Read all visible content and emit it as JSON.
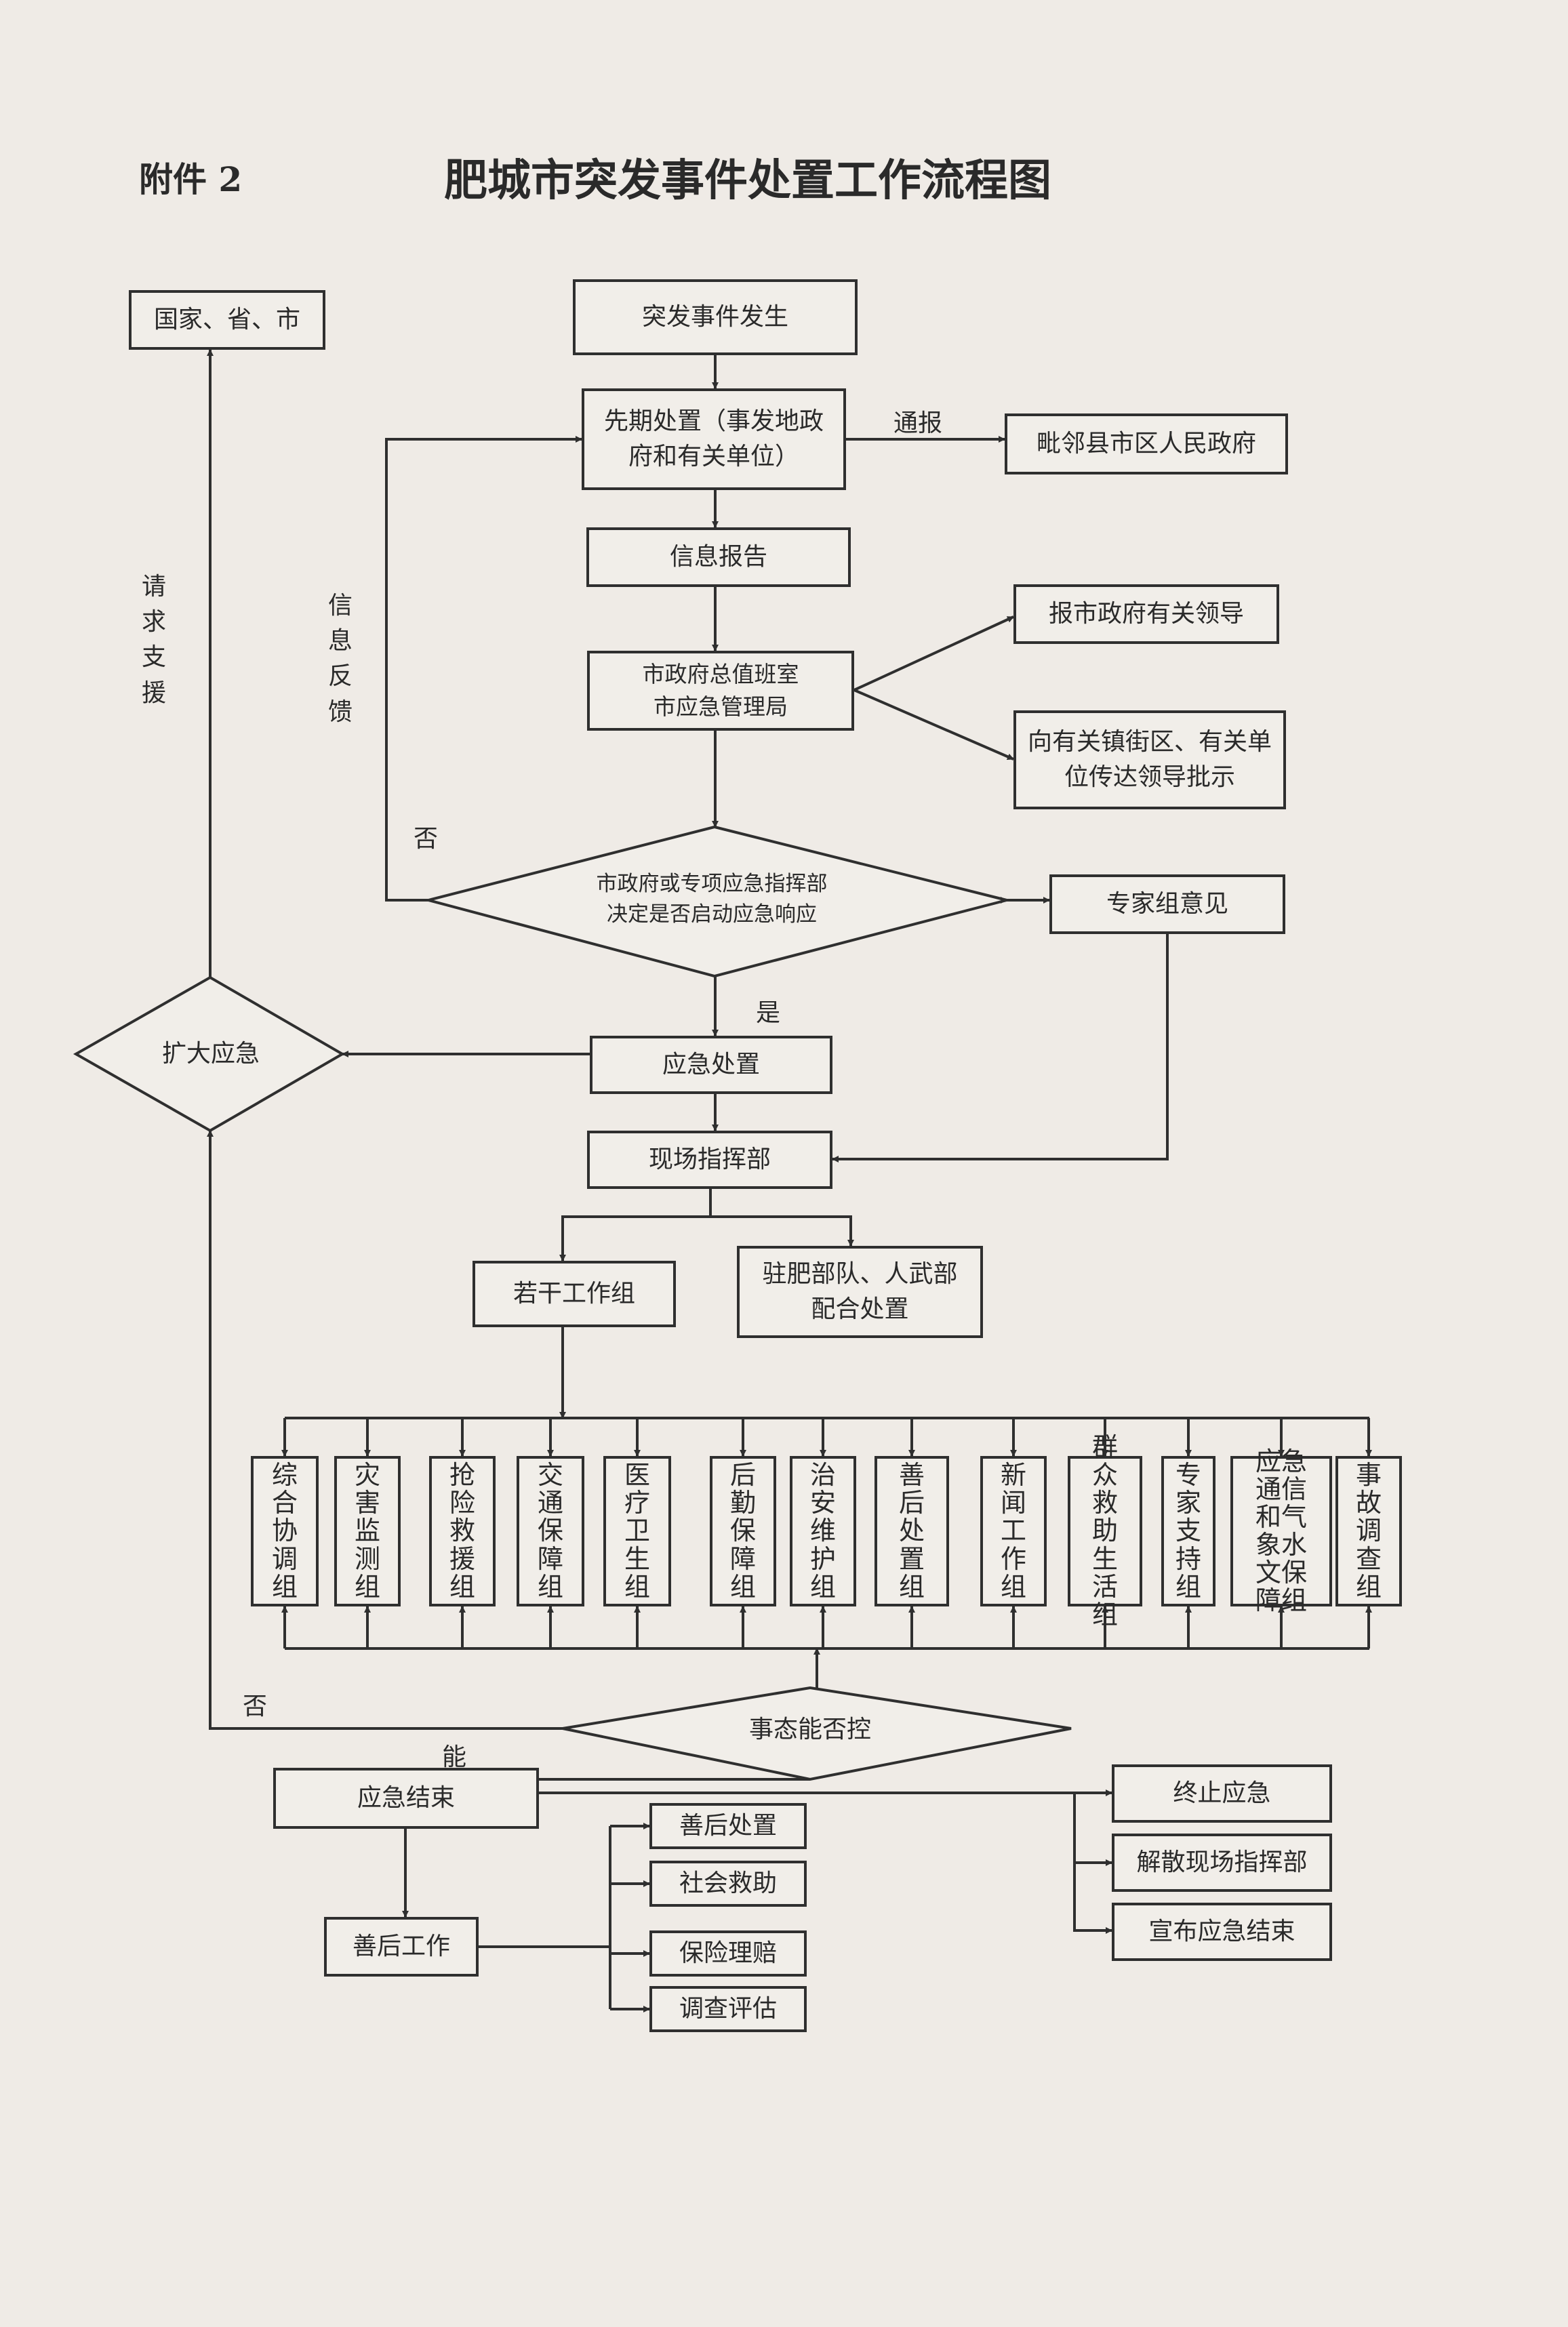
{
  "header": {
    "attachment": "附件 2",
    "title": "肥城市突发事件处置工作流程图"
  },
  "nodes": {
    "incident": "突发事件发生",
    "national": "国家、省、市",
    "initial": "先期处置（事发地政府和有关单位）",
    "notify": "通报",
    "neighbor": "毗邻县市区人民政府",
    "info_report": "信息报告",
    "duty_office": "市政府总值班室\n市应急管理局",
    "report_leaders": "报市政府有关领导",
    "relay": "向有关镇街区、有关单位传达领导批示",
    "info_feedback": "信息反馈",
    "request_support": "请求支援",
    "decision": "市政府或专项应急指挥部\n决定是否启动应急响应",
    "no": "否",
    "yes": "是",
    "expert": "专家组意见",
    "expand": "扩大应急",
    "response": "应急处置",
    "command": "现场指挥部",
    "work_groups": "若干工作组",
    "military": "驻肥部队、人武部配合处置",
    "control": "事态能否控",
    "can": "能",
    "end": "应急结束",
    "terminate": "终止应急",
    "dissolve": "解散现场指挥部",
    "announce": "宣布应急结束",
    "aftermath_work": "善后工作",
    "aftermath_handle": "善后处置",
    "social_aid": "社会救助",
    "insurance": "保险理赔",
    "investigation": "调查评估"
  },
  "groups": [
    "综合协调组",
    "灾害监测组",
    "抢险救援组",
    "交通保障组",
    "医疗卫生组",
    "后勤保障组",
    "治安维护组",
    "善后处置组",
    "新闻工作组",
    "群众救助生活组",
    "专家支持组",
    "应急通信和气象水文保障组",
    "事故调查组"
  ],
  "colors": {
    "paper": "#efebe6",
    "line": "#2f2f2f"
  }
}
